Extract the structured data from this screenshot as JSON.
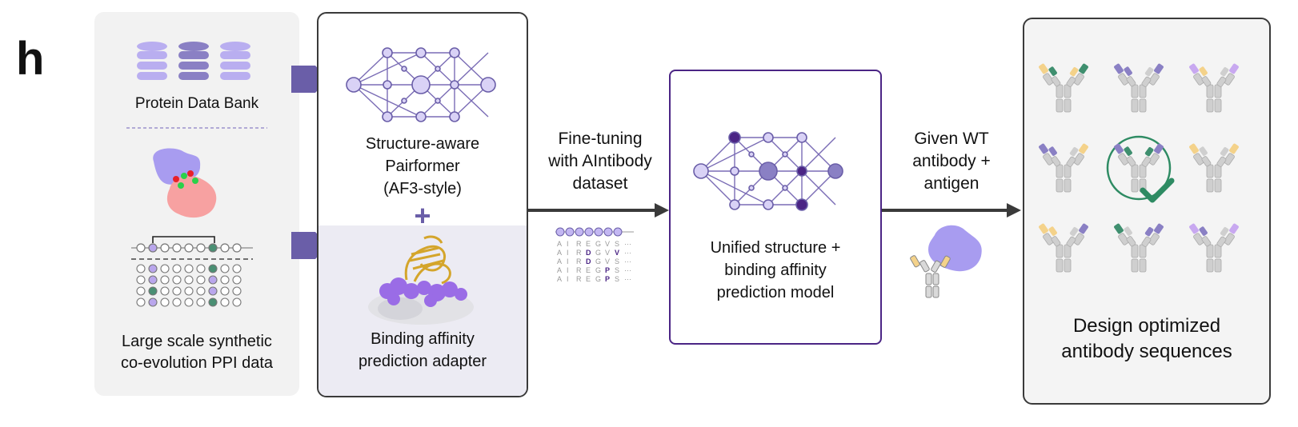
{
  "panel_label": "h",
  "sources": {
    "pdb_label": "Protein Data Bank",
    "synthetic_label_line1": "Large scale synthetic",
    "synthetic_label_line2": "co-evolution PPI data"
  },
  "model": {
    "pairformer_line1": "Structure-aware",
    "pairformer_line2": "Pairformer",
    "pairformer_line3": "(AF3-style)",
    "plus_sign": "+",
    "adapter_line1": "Binding affinity",
    "adapter_line2": "prediction adapter"
  },
  "finetune": {
    "line1": "Fine-tuning",
    "line2": "with AIntibody",
    "line3": "dataset",
    "msa_rows": [
      [
        "A",
        "I",
        "R",
        "E",
        "G",
        "V",
        "S",
        "···"
      ],
      [
        "A",
        "I",
        "R",
        "D",
        "G",
        "V",
        "V",
        "···"
      ],
      [
        "A",
        "I",
        "R",
        "D",
        "G",
        "V",
        "S",
        "···"
      ],
      [
        "A",
        "I",
        "R",
        "E",
        "G",
        "P",
        "S",
        "···"
      ],
      [
        "A",
        "I",
        "R",
        "E",
        "G",
        "P",
        "S",
        "···"
      ]
    ]
  },
  "unified": {
    "line1": "Unified structure +",
    "line2": "binding affinity",
    "line3": "prediction model"
  },
  "given": {
    "line1": "Given WT",
    "line2": "antibody +",
    "line3": "antigen"
  },
  "design": {
    "line1": "Design optimized",
    "line2": "antibody sequences"
  },
  "colors": {
    "purple_dark": "#4b2585",
    "purple_mid": "#7a6cb5",
    "purple_light": "#c9c0ee",
    "green": "#2e8b63",
    "arrow": "#3a3a3a",
    "antigen": "#a89cf0",
    "partner": "#f7a1a1"
  }
}
